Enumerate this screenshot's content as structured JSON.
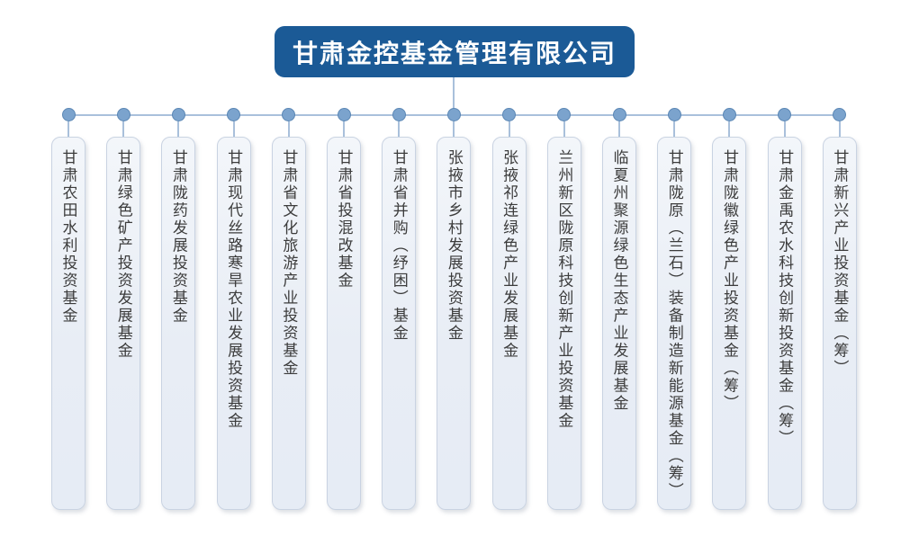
{
  "header": {
    "title": "甘肃金控基金管理有限公司"
  },
  "funds": [
    {
      "name": "甘肃农田水利投资基金"
    },
    {
      "name": "甘肃绿色矿产投资发展基金"
    },
    {
      "name": "甘肃陇药发展投资基金"
    },
    {
      "name": "甘肃现代丝路寒旱农业发展投资基金"
    },
    {
      "name": "甘肃省文化旅游产业投资基金"
    },
    {
      "name": "甘肃省投混改基金"
    },
    {
      "name": "甘肃省并购（纾困）基金"
    },
    {
      "name": "张掖市乡村发展投资基金"
    },
    {
      "name": "张掖祁连绿色产业发展基金"
    },
    {
      "name": "兰州新区陇原科技创新产业投资基金"
    },
    {
      "name": "临夏州聚源绿色生态产业发展基金"
    },
    {
      "name": "甘肃陇原（兰石）装备制造新能源基金（筹）"
    },
    {
      "name": "甘肃陇徽绿色产业投资基金（筹）"
    },
    {
      "name": "甘肃金禹农水科技创新投资基金（筹）"
    },
    {
      "name": "甘肃新兴产业投资基金（筹）"
    }
  ],
  "colors": {
    "header-bg": "#1b5a96",
    "line-color": "#a9c0db",
    "dot-fill": "#7ba3cd",
    "dot-border": "#5b87b5",
    "box-border": "#c9d3e2",
    "text-color": "#3c3c3c"
  }
}
